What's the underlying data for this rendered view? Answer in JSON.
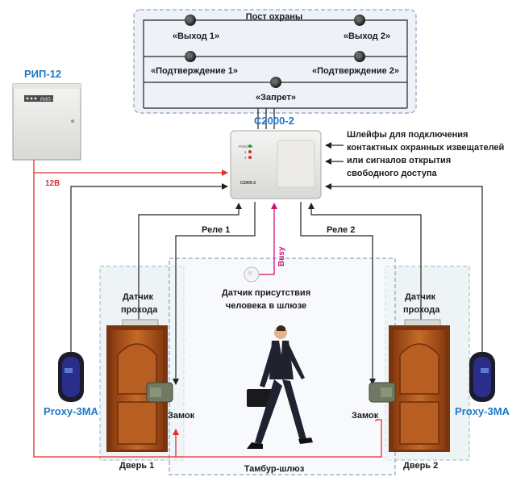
{
  "guard_post": {
    "title": "Пост охраны",
    "exit1": "«Выход 1»",
    "exit2": "«Выход 2»",
    "confirm1": "«Подтверждение 1»",
    "confirm2": "«Подтверждение 2»",
    "deny": "«Запрет»"
  },
  "power_supply": {
    "title": "РИП-12",
    "panel_label": "РИП - 12",
    "voltage": "12В"
  },
  "controller": {
    "title": "С2000-2",
    "panel_label": "С2000-2",
    "led_labels": [
      "РАБОТА",
      "1",
      "2"
    ]
  },
  "loops_note": [
    "Шлейфы для подключения",
    "контактных охранных извещателей",
    "или сигналов открытия",
    "свободного доступа"
  ],
  "relay1": "Реле 1",
  "relay2": "Реле 2",
  "busy": "Busy",
  "presence_sensor": [
    "Датчик присутствия",
    "человека в шлюзе"
  ],
  "pass_sensor": [
    "Датчик",
    "прохода"
  ],
  "reader": "Proxy-3MA",
  "lock": "Замок",
  "door1": "Дверь 1",
  "door2": "Дверь 2",
  "airlock": "Тамбур-шлюз",
  "colors": {
    "accent_blue": "#1f78c8",
    "power_red": "#e03030",
    "busy_magenta": "#d0107a",
    "zone_dash": "#8ea2bf"
  }
}
